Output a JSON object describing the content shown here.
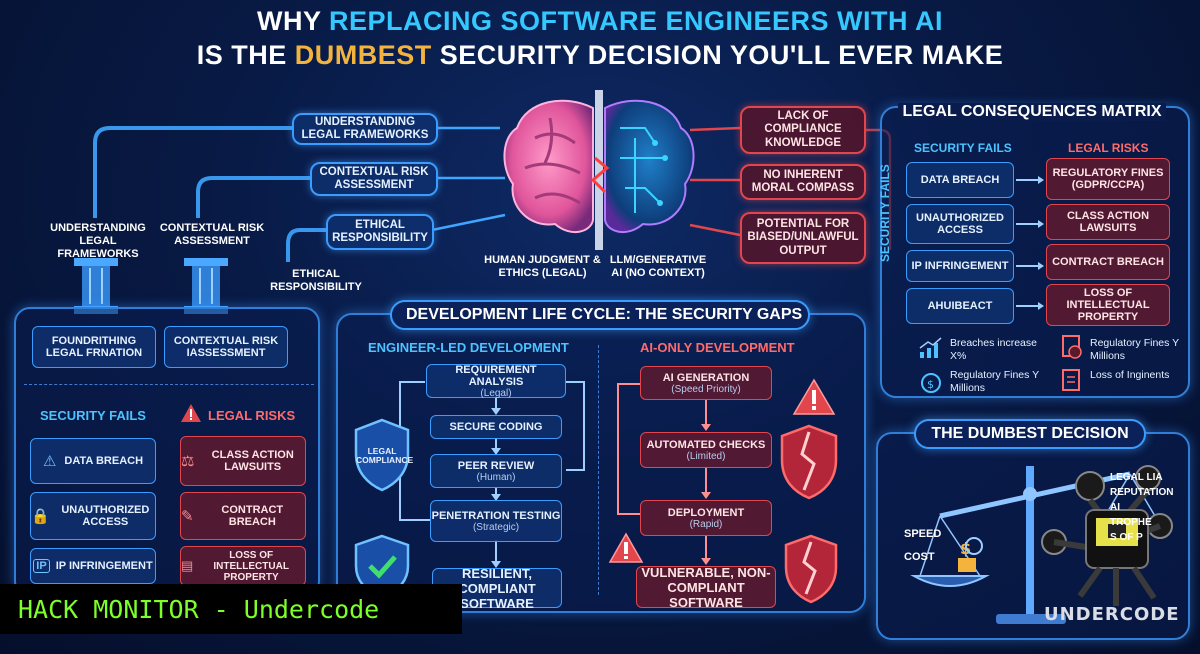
{
  "header": {
    "line1_a": "WHY ",
    "line1_b": "REPLACING SOFTWARE ENGINEERS WITH AI",
    "line2_a": "IS THE ",
    "line2_b": "DUMBEST",
    "line2_c": " SECURITY DECISION YOU'LL EVER MAKE"
  },
  "human_side": {
    "pills": [
      "UNDERSTANDING LEGAL FRAMEWORKS",
      "CONTEXTUAL RISK ASSESSMENT",
      "ETHICAL RESPONSIBILITY"
    ],
    "pillar_labels": [
      "UNDERSTANDING LEGAL FRAMEWORKS",
      "CONTEXTUAL RISK ASSESSMENT",
      "ETHICAL RESPONSIBILITY"
    ],
    "brain_label": "HUMAN JUDGMENT & ETHICS (LEGAL)"
  },
  "ai_side": {
    "pills": [
      "LACK OF COMPLIANCE KNOWLEDGE",
      "NO INHERENT MORAL COMPASS",
      "POTENTIAL FOR BIASED/UNLAWFUL OUTPUT"
    ],
    "brain_label": "LLM/GENERATIVE AI (NO CONTEXT)"
  },
  "foundation": {
    "boxes": [
      "FOUNDRITHING LEGAL FRNATION",
      "CONTEXTUAL RISK IASSESSMENT"
    ],
    "security_head": "SECURITY FAILS",
    "legal_head": "LEGAL RISKS",
    "security_items": [
      "DATA BREACH",
      "UNAUTHORIZED ACCESS",
      "IP INFRINGEMENT"
    ],
    "legal_items": [
      "CLASS ACTION LAWSUITS",
      "CONTRACT BREACH",
      "LOSS OF INTELLECTUAL PROPERTY"
    ]
  },
  "lifecycle": {
    "title": "DEVELOPMENT LIFE CYCLE: THE SECURITY GAPS",
    "engineer_head": "ENGINEER-LED DEVELOPMENT",
    "ai_head": "AI-ONLY DEVELOPMENT",
    "engineer_steps": [
      {
        "main": "REQUIREMENT ANALYSIS",
        "sub": "(Legal)"
      },
      {
        "main": "SECURE CODING",
        "sub": ""
      },
      {
        "main": "PEER REVIEW",
        "sub": "(Human)"
      },
      {
        "main": "PENETRATION TESTING",
        "sub": "(Strategic)"
      }
    ],
    "ai_steps": [
      {
        "main": "AI GENERATION",
        "sub": "(Speed Priority)"
      },
      {
        "main": "AUTOMATED CHECKS",
        "sub": "(Limited)"
      },
      {
        "main": "DEPLOYMENT",
        "sub": "(Rapid)"
      }
    ],
    "shield_label": "LEGAL COMPLIANCE",
    "engineer_outcome": "RESILIENT, COMPLIANT SOFTWARE",
    "ai_outcome": "VULNERABLE, NON-COMPLIANT SOFTWARE"
  },
  "matrix": {
    "title": "LEGAL CONSEQUENCES MATRIX",
    "security_head": "SECURITY FAILS",
    "legal_head": "LEGAL RISKS",
    "side_label": "SECURITY FAILS",
    "security_items": [
      "DATA BREACH",
      "UNAUTHORIZED ACCESS",
      "IP INFRINGEMENT",
      "AHUIBEACT"
    ],
    "legal_items": [
      "REGULATORY FINES (GDPR/CCPA)",
      "CLASS ACTION LAWSUITS",
      "CONTRACT BREACH",
      "LOSS OF INTELLECTUAL PROPERTY"
    ],
    "stats": [
      "Breaches increase X%",
      "Regulatory Fines Y Millions",
      "Regulatory Fines Y Millions",
      "Loss of Inginents"
    ]
  },
  "dumbest": {
    "title": "THE DUMBEST DECISION",
    "left_labels": [
      "SPEED",
      "COST"
    ],
    "right_labels": [
      "LEGAL LIA",
      "REPUTATION",
      "AI",
      "TROPHE",
      "S OF P"
    ]
  },
  "overlay": {
    "hack_monitor": "HACK MONITOR - Undercode",
    "brand": "UNDERCODE"
  },
  "colors": {
    "accent_blue": "#35c8ff",
    "accent_gold": "#f4b33d",
    "danger_red": "#e0464c",
    "panel_border": "#2f7fd8",
    "hack_green": "#7dff2a"
  }
}
